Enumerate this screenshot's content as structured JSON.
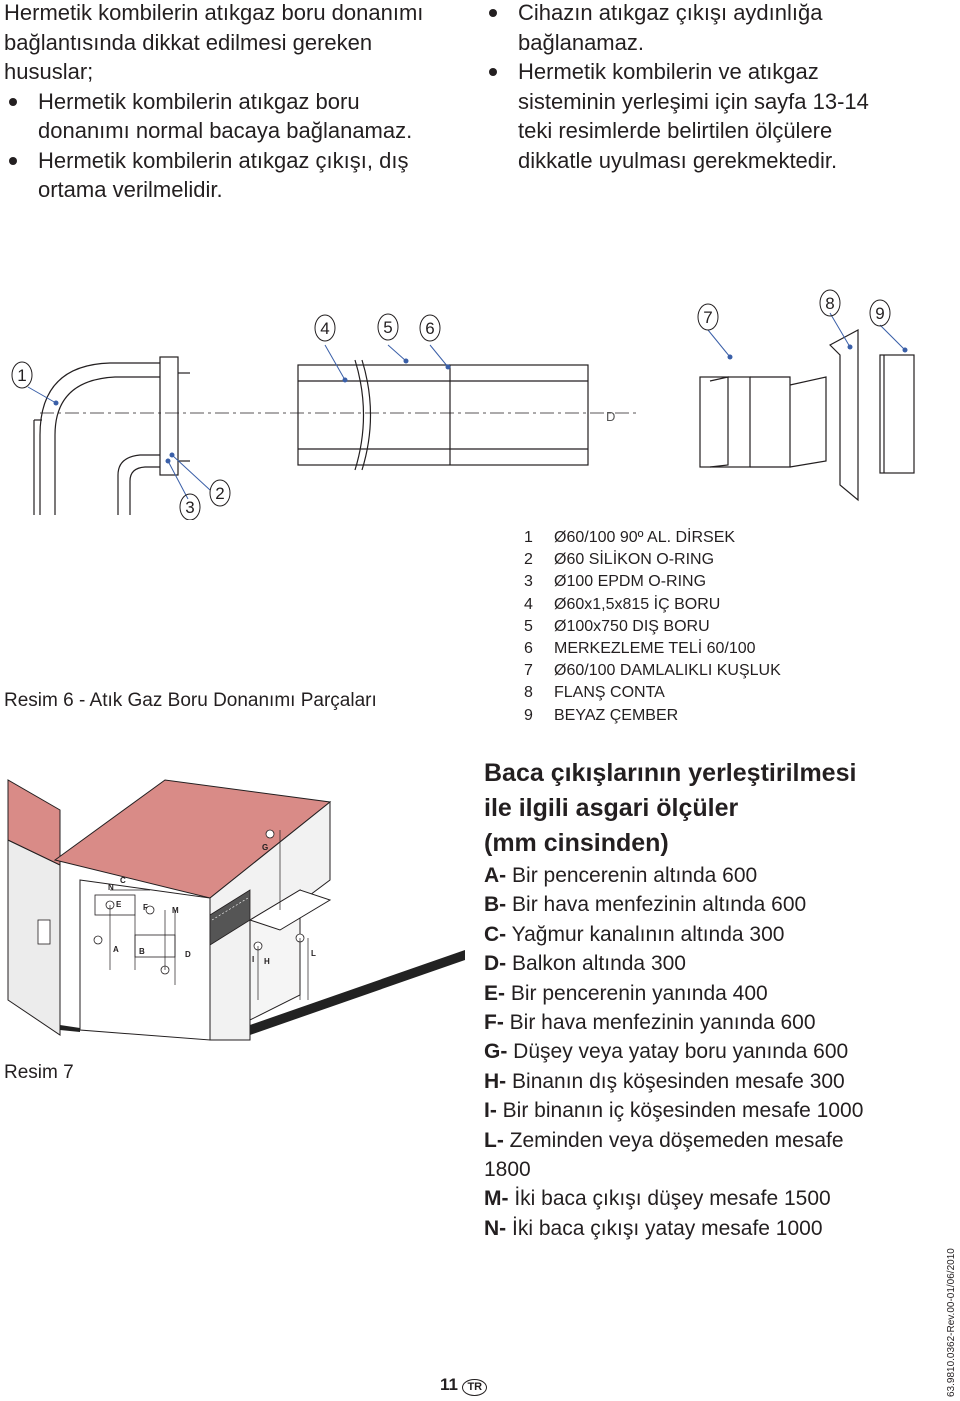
{
  "intro_left": {
    "heading": "Hermetik kombilerin atıkgaz boru donanımı bağlantısında dikkat edilmesi gereken hususlar;",
    "bullets": [
      "Hermetik kombilerin atıkgaz boru donanımı normal bacaya bağlanamaz.",
      "Hermetik kombilerin atıkgaz çıkışı, dış ortama verilmelidir."
    ]
  },
  "intro_right": {
    "bullets": [
      "Cihazın atıkgaz çıkışı aydınlığa bağlanamaz.",
      "Hermetik kombilerin ve atıkgaz sisteminin yerleşimi için sayfa 13-14 teki resimlerde belirtilen ölçülere dikkatle uyulması gerekmektedir."
    ]
  },
  "figure6": {
    "caption": "Resim 6 - Atık Gaz Boru Donanımı Parçaları",
    "callouts": [
      "1",
      "2",
      "3",
      "4",
      "5",
      "6",
      "7",
      "8",
      "9"
    ],
    "inner_label": "D",
    "parts": [
      {
        "num": "1",
        "text": "Ø60/100 90º AL. DİRSEK"
      },
      {
        "num": "2",
        "text": "Ø60 SİLİKON O-RING"
      },
      {
        "num": "3",
        "text": "Ø100 EPDM O-RING"
      },
      {
        "num": "4",
        "text": "Ø60x1,5x815 İÇ BORU"
      },
      {
        "num": "5",
        "text": "Ø100x750 DIŞ BORU"
      },
      {
        "num": "6",
        "text": "MERKEZLEME TELİ 60/100"
      },
      {
        "num": "7",
        "text": "Ø60/100 DAMLALIKLI KUŞLUK"
      },
      {
        "num": "8",
        "text": "FLANŞ CONTA"
      },
      {
        "num": "9",
        "text": "BEYAZ ÇEMBER"
      }
    ]
  },
  "figure7": {
    "caption": "Resim 7",
    "letters": [
      "N",
      "C",
      "E",
      "F",
      "M",
      "A",
      "B",
      "D",
      "G",
      "I",
      "H",
      "L"
    ]
  },
  "dimensions": {
    "heading": [
      "Baca çıkışlarının yerleştirilmesi",
      "ile ilgili asgari ölçüler",
      "(mm cinsinden)"
    ],
    "items": [
      {
        "key": "A-",
        "text": "Bir pencerenin altında 600"
      },
      {
        "key": "B-",
        "text": "Bir hava menfezinin altında 600"
      },
      {
        "key": "C-",
        "text": "Yağmur kanalının altında 300"
      },
      {
        "key": "D-",
        "text": "Balkon altında 300"
      },
      {
        "key": "E-",
        "text": "Bir pencerenin yanında 400"
      },
      {
        "key": "F-",
        "text": "Bir hava menfezinin yanında 600"
      },
      {
        "key": "G-",
        "text": "Düşey veya yatay boru yanında 600"
      },
      {
        "key": "H-",
        "text": "Binanın dış köşesinden mesafe 300"
      },
      {
        "key": "I-",
        "text": " Bir binanın iç köşesinden mesafe 1000"
      },
      {
        "key": "L-",
        "text": "Zeminden veya döşemeden mesafe"
      },
      {
        "key": "",
        "text": "1800"
      },
      {
        "key": "M-",
        "text": "İki baca çıkışı düşey mesafe 1500"
      },
      {
        "key": "N-",
        "text": "İki baca çıkışı yatay mesafe 1000"
      }
    ]
  },
  "footer": {
    "page_number": "11",
    "lang_badge": "TR",
    "doc_ref": "63.9810.0362-Rev.00-01/06/2010"
  },
  "colors": {
    "roof": "#d98b87",
    "callout": "#3a5fa8",
    "text": "#231f20"
  }
}
